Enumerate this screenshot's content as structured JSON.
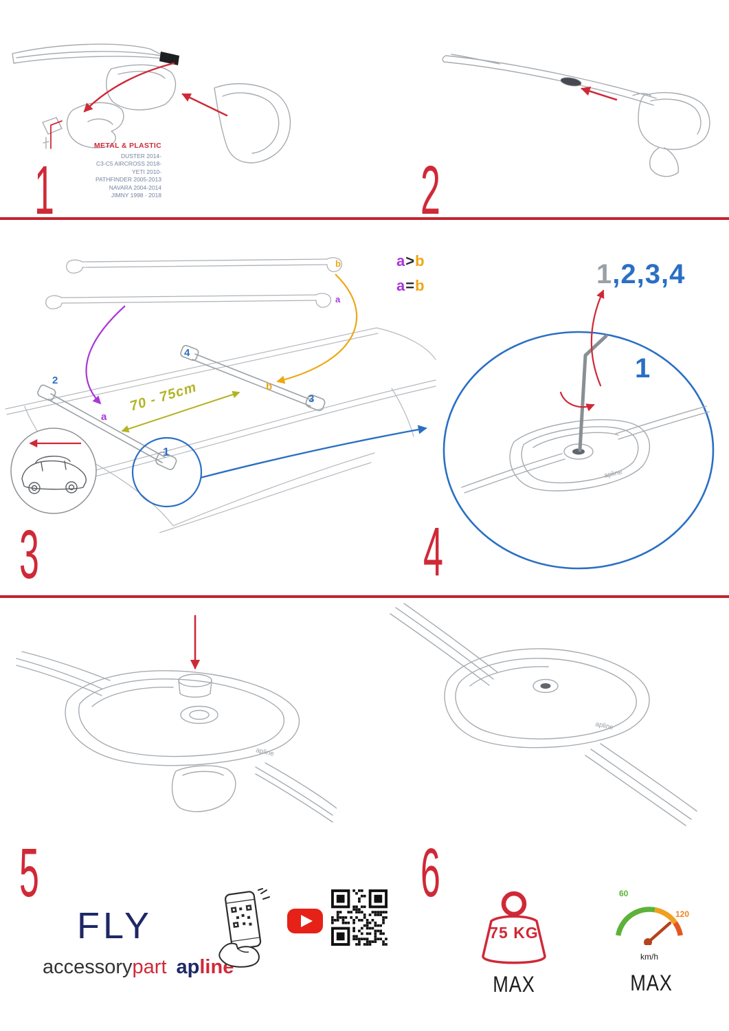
{
  "colors": {
    "accent_red": "#cf2937",
    "divider_red": "#c2242e",
    "blue": "#2a6fc4",
    "purple": "#a838d8",
    "orange": "#eda714",
    "olive": "#b2b425",
    "sketch_gray": "#a6abb0",
    "navy": "#1e2864",
    "youtube_red": "#e62117",
    "gauge_green": "#5cb23a",
    "gauge_orange": "#f0a01e",
    "gauge_red": "#e2571f",
    "model_list_text": "#7484a2"
  },
  "step1": {
    "number": "1",
    "material": "METAL & PLASTIC",
    "models": [
      "DUSTER 2014-",
      "C3-C5 AIRCROSS 2018-",
      "YETI 2010-",
      "PATHFINDER 2005-2013",
      "NAVARA 2004-2014",
      "JIMNY 1998 - 2018"
    ]
  },
  "step2": {
    "number": "2"
  },
  "step3": {
    "number": "3",
    "compare": [
      {
        "left": "a",
        "op": ">",
        "right": "b"
      },
      {
        "left": "a",
        "op": "=",
        "right": "b"
      }
    ],
    "bar_labels": {
      "top_bar": "b",
      "bottom_bar": "a"
    },
    "position_labels": {
      "p2": "2",
      "p4": "4",
      "pb": "b",
      "p3": "3",
      "pa": "a",
      "p1": "1"
    },
    "distance_label": "70 - 75cm"
  },
  "step4": {
    "number": "4",
    "sequence_muted": "1",
    "sequence_rest": ",2,3,4",
    "first_foot": "1",
    "part_logo": "apline"
  },
  "step5": {
    "number": "5",
    "part_logo": "apline"
  },
  "step6": {
    "number": "6",
    "part_logo": "apline"
  },
  "footer": {
    "model_name": "FLY",
    "brand": {
      "accessory": "accessory",
      "part": "part",
      "ap": "ap",
      "line": "line"
    },
    "load": {
      "value": "75 KG",
      "max": "MAX"
    },
    "speed": {
      "low": "60",
      "high": "120",
      "unit": "km/h",
      "max": "MAX"
    }
  }
}
